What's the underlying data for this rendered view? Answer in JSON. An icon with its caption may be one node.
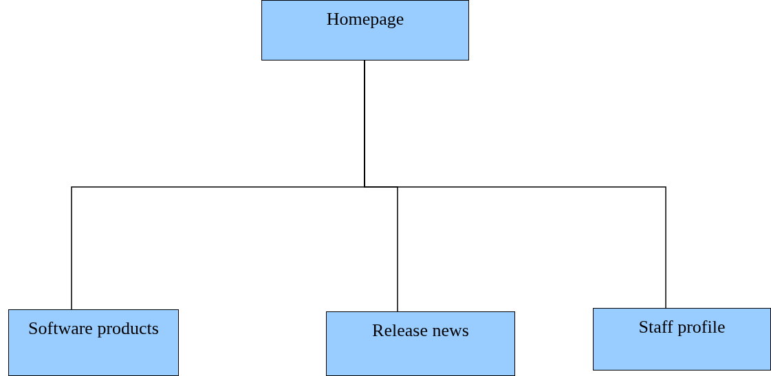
{
  "diagram": {
    "nodes": [
      {
        "text": [
          "Homepage"
        ]
      },
      {
        "text": [
          "Software products"
        ]
      },
      {
        "text": [
          "Release news"
        ]
      },
      {
        "text": [
          "Staff profile"
        ]
      }
    ],
    "edges": [
      {
        "from": 0,
        "to": 1,
        "arrow": "none"
      },
      {
        "from": 0,
        "to": 2,
        "arrow": "none"
      },
      {
        "from": 0,
        "to": 3,
        "arrow": "none"
      }
    ]
  }
}
